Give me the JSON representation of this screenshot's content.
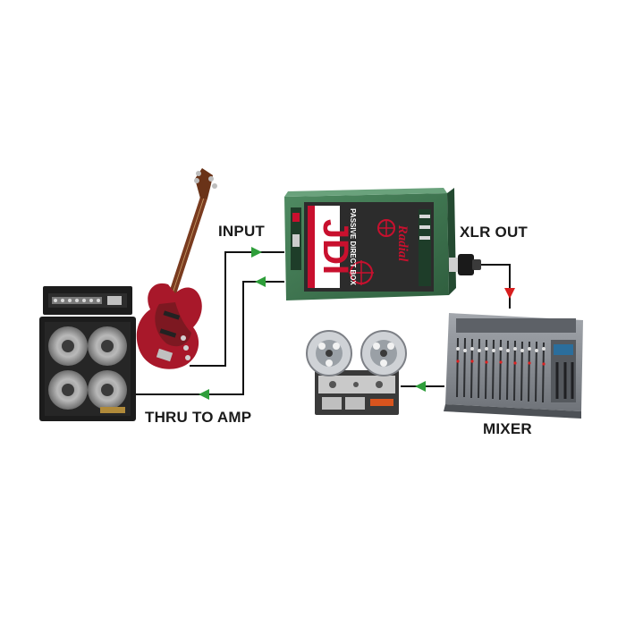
{
  "labels": {
    "input": "INPUT",
    "xlr_out": "XLR OUT",
    "thru_to_amp": "THRU TO AMP",
    "mixer": "MIXER"
  },
  "direct_box": {
    "brand": "Radial",
    "model": "JDI",
    "subtitle": "PASSIVE DIRECT BOX"
  },
  "colors": {
    "background": "#ffffff",
    "cable": "#111111",
    "arrow_green": "#2e9e3a",
    "arrow_red": "#d81e1e",
    "direct_box_green": "#3f7a52",
    "brand_red": "#c8102e",
    "guitar_red": "#a8182a",
    "mixer_gray": "#8c9096",
    "amp_black": "#1c1c1c"
  },
  "icons": [
    "bass-guitar-icon",
    "bass-amp-icon",
    "direct-box-icon",
    "xlr-connector-icon",
    "mixer-icon",
    "reel-to-reel-icon"
  ]
}
